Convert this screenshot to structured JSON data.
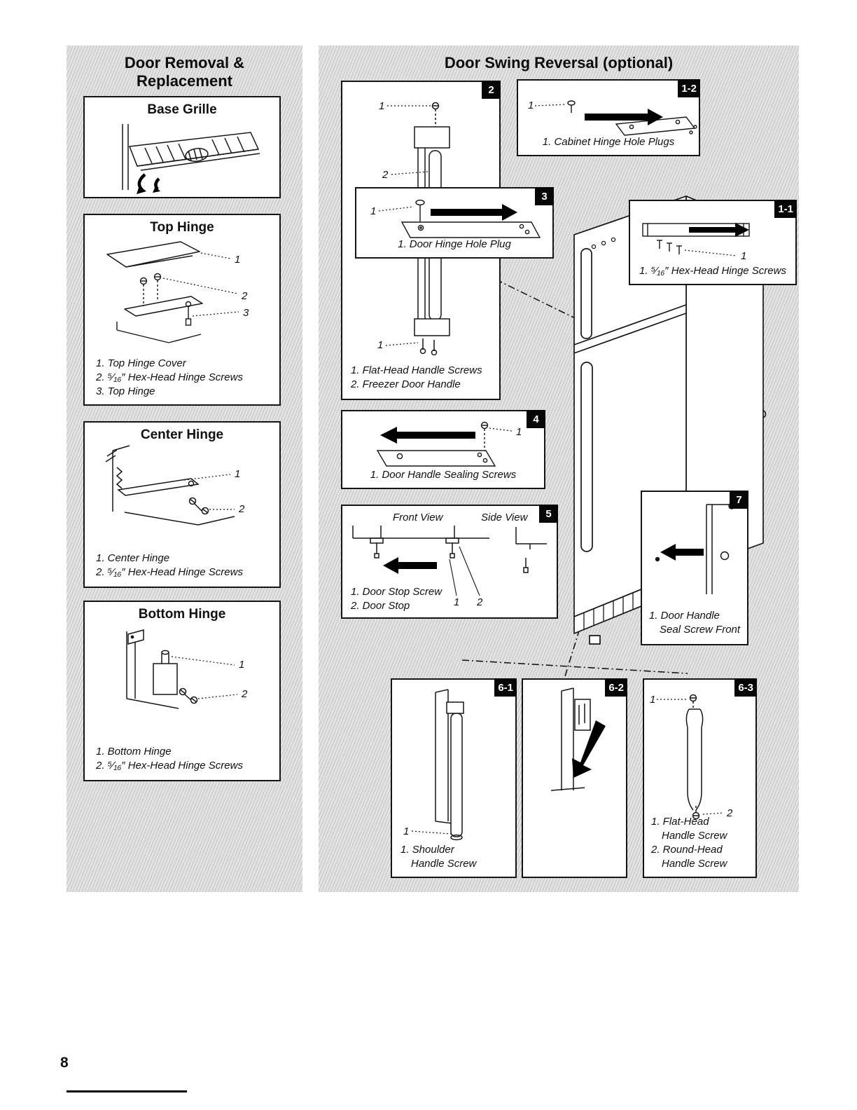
{
  "page": {
    "number": "8"
  },
  "left": {
    "title1": "Door Removal &",
    "title2": "Replacement",
    "base_grille": {
      "title": "Base Grille"
    },
    "top_hinge": {
      "title": "Top Hinge",
      "callouts": [
        "1",
        "2",
        "3"
      ],
      "legend": [
        "1. Top Hinge Cover",
        "2. ⁵⁄₁₆″ Hex-Head Hinge Screws",
        "3. Top Hinge"
      ]
    },
    "center_hinge": {
      "title": "Center Hinge",
      "callouts": [
        "1",
        "2"
      ],
      "legend": [
        "1. Center Hinge",
        "2. ⁵⁄₁₆″ Hex-Head Hinge Screws"
      ]
    },
    "bottom_hinge": {
      "title": "Bottom Hinge",
      "callouts": [
        "1",
        "2"
      ],
      "legend": [
        "1. Bottom Hinge",
        "2. ⁵⁄₁₆″ Hex-Head Hinge Screws"
      ]
    }
  },
  "right": {
    "title": "Door Swing Reversal (optional)",
    "box2": {
      "badge": "2",
      "callouts": [
        "1",
        "2",
        "1"
      ],
      "legend": [
        "1. Flat-Head Handle Screws",
        "2. Freezer Door Handle"
      ]
    },
    "box12": {
      "badge": "1-2",
      "callouts": [
        "1"
      ],
      "legend": [
        "1. Cabinet Hinge Hole Plugs"
      ]
    },
    "box3": {
      "badge": "3",
      "callouts": [
        "1"
      ],
      "legend": [
        "1. Door Hinge Hole Plug"
      ]
    },
    "box11": {
      "badge": "1-1",
      "callouts": [
        "1"
      ],
      "legend": [
        "1. ⁵⁄₁₆″ Hex-Head Hinge Screws"
      ]
    },
    "box4": {
      "badge": "4",
      "callouts": [
        "1"
      ],
      "legend": [
        "1. Door Handle Sealing Screws"
      ]
    },
    "box5": {
      "badge": "5",
      "front_view": "Front View",
      "side_view": "Side View",
      "callouts": [
        "1",
        "2"
      ],
      "legend": [
        "1. Door Stop Screw",
        "2. Door Stop"
      ]
    },
    "box7": {
      "badge": "7",
      "legend": [
        "1. Door Handle",
        "Seal Screw Front"
      ]
    },
    "box61": {
      "badge": "6-1",
      "callouts": [
        "1"
      ],
      "legend": [
        "1. Shoulder",
        "Handle Screw"
      ]
    },
    "box62": {
      "badge": "6-2"
    },
    "box63": {
      "badge": "6-3",
      "callouts": [
        "1",
        "2"
      ],
      "legend": [
        "1. Flat-Head",
        "Handle Screw",
        "2. Round-Head",
        "Handle Screw"
      ]
    }
  }
}
